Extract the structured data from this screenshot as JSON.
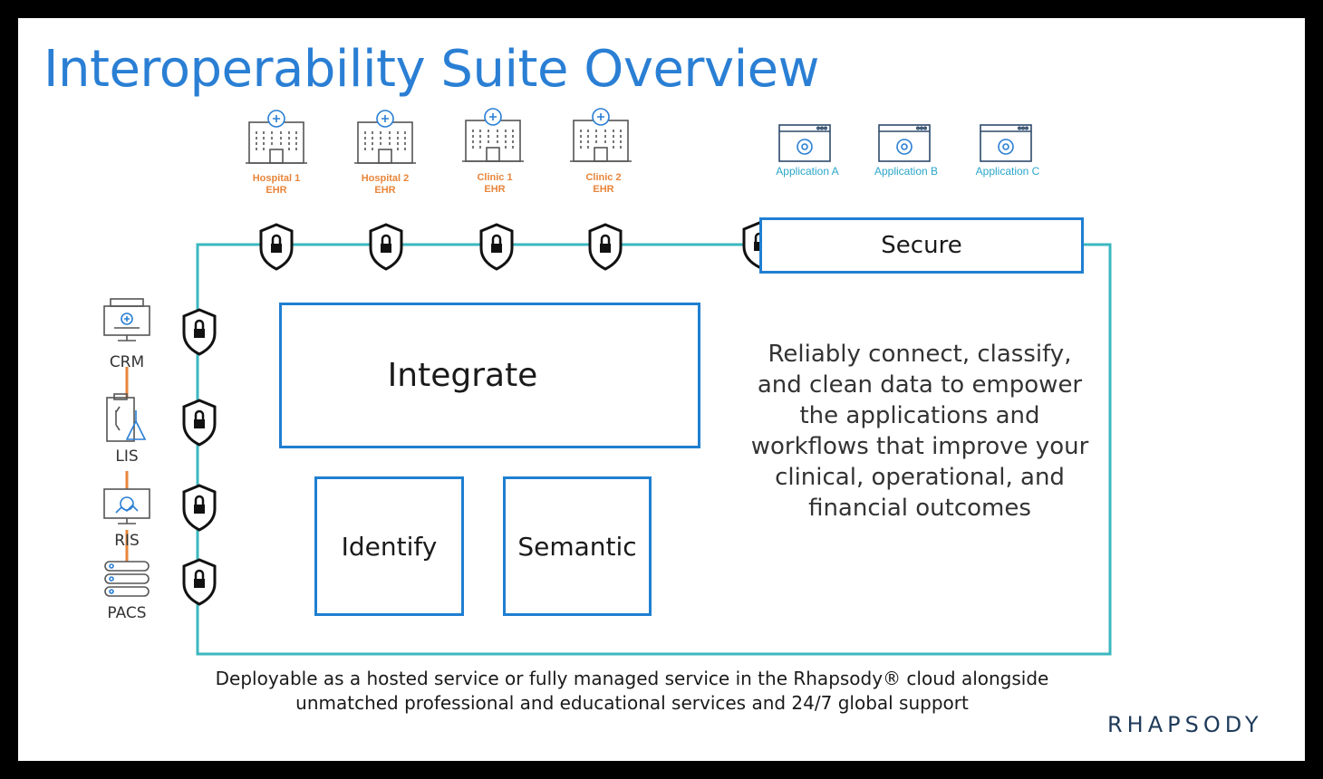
{
  "title": "Interoperability Suite Overview",
  "ehr_sources": [
    {
      "label_line1": "Hospital 1",
      "label_line2": "EHR"
    },
    {
      "label_line1": "Hospital 2",
      "label_line2": "EHR"
    },
    {
      "label_line1": "Clinic 1",
      "label_line2": "EHR"
    },
    {
      "label_line1": "Clinic 2",
      "label_line2": "EHR"
    }
  ],
  "applications": [
    {
      "label": "Application A"
    },
    {
      "label": "Application B"
    },
    {
      "label": "Application C"
    }
  ],
  "systems": [
    {
      "label": "CRM",
      "icon": "monitor-icon"
    },
    {
      "label": "LIS",
      "icon": "lab-icon"
    },
    {
      "label": "RIS",
      "icon": "radiology-icon"
    },
    {
      "label": "PACS",
      "icon": "server-icon"
    }
  ],
  "boxes": {
    "secure": "Secure",
    "integrate": "Integrate",
    "identify": "Identify",
    "semantic": "Semantic"
  },
  "description": "Reliably connect, classify, and clean data to empower the applications and workflows that improve your clinical, operational, and financial outcomes",
  "footer_line1": "Deployable as a hosted service or fully managed service in the Rhapsody® cloud alongside",
  "footer_line2": "unmatched professional and educational services and 24/7 global support",
  "logo": "RHAPSODY",
  "colors": {
    "title": "#2a7fd4",
    "box_border": "#1f7fd1",
    "connector": "#3bb7bf",
    "ehr_label": "#e8853a",
    "app_label": "#2aa6c8",
    "system_link": "#e8853a"
  }
}
